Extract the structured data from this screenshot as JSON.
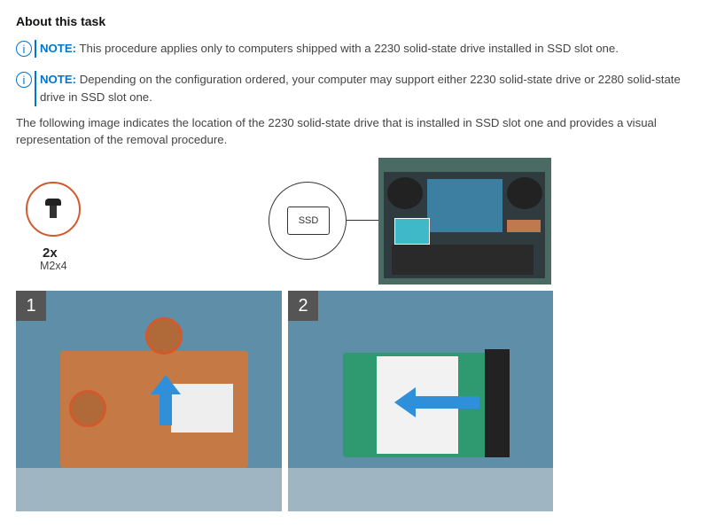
{
  "heading": "About this task",
  "notes": [
    {
      "label": "NOTE:",
      "text": " This procedure applies only to computers shipped with a 2230 solid-state drive installed in SSD slot one."
    },
    {
      "label": "NOTE:",
      "text": " Depending on the configuration ordered, your computer may support either 2230 solid-state drive or 2280 solid-state drive in SSD slot one."
    }
  ],
  "paragraph": "The following image indicates the location of the 2230 solid-state drive that is installed in SSD slot one and provides a visual representation of the removal procedure.",
  "screw": {
    "count": "2x",
    "type": "M2x4"
  },
  "callout": {
    "label": "SSD"
  },
  "steps": [
    "1",
    "2"
  ],
  "colors": {
    "accent": "#0076ce",
    "screw_ring": "#d2592b"
  }
}
